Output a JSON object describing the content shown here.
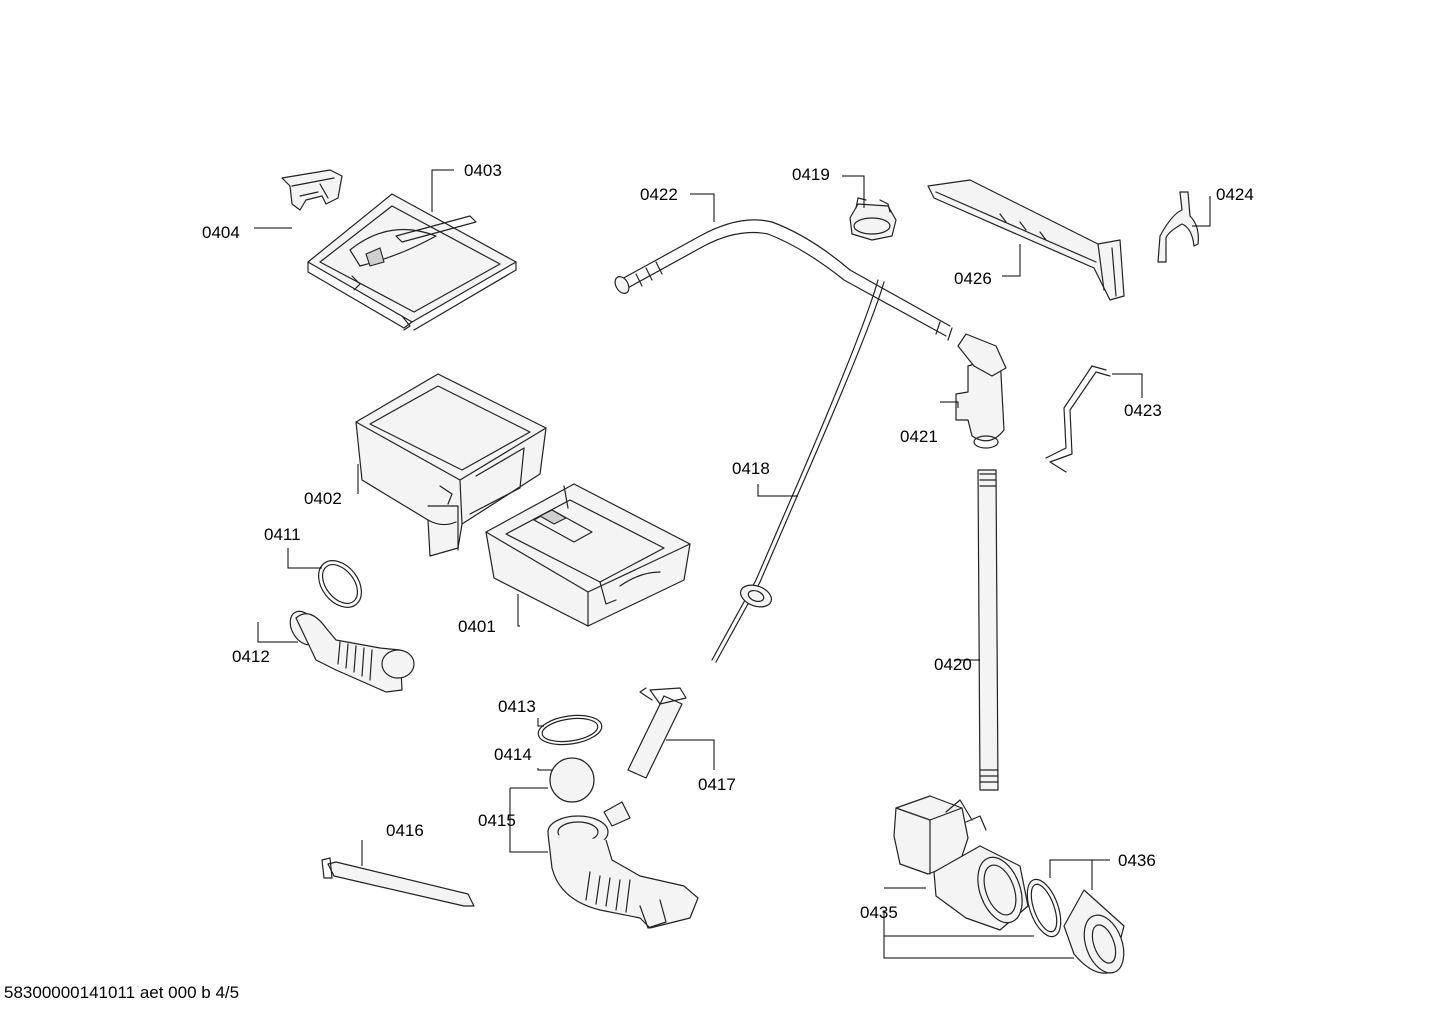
{
  "diagram": {
    "footer": "58300000141011 aet 000 b 4/5",
    "parts": {
      "p0401": "0401",
      "p0402": "0402",
      "p0403": "0403",
      "p0404": "0404",
      "p0411": "0411",
      "p0412": "0412",
      "p0413": "0413",
      "p0414": "0414",
      "p0415": "0415",
      "p0416": "0416",
      "p0417": "0417",
      "p0418": "0418",
      "p0419": "0419",
      "p0420": "0420",
      "p0421": "0421",
      "p0422": "0422",
      "p0423": "0423",
      "p0424": "0424",
      "p0426": "0426",
      "p0435": "0435",
      "p0436": "0436"
    }
  }
}
